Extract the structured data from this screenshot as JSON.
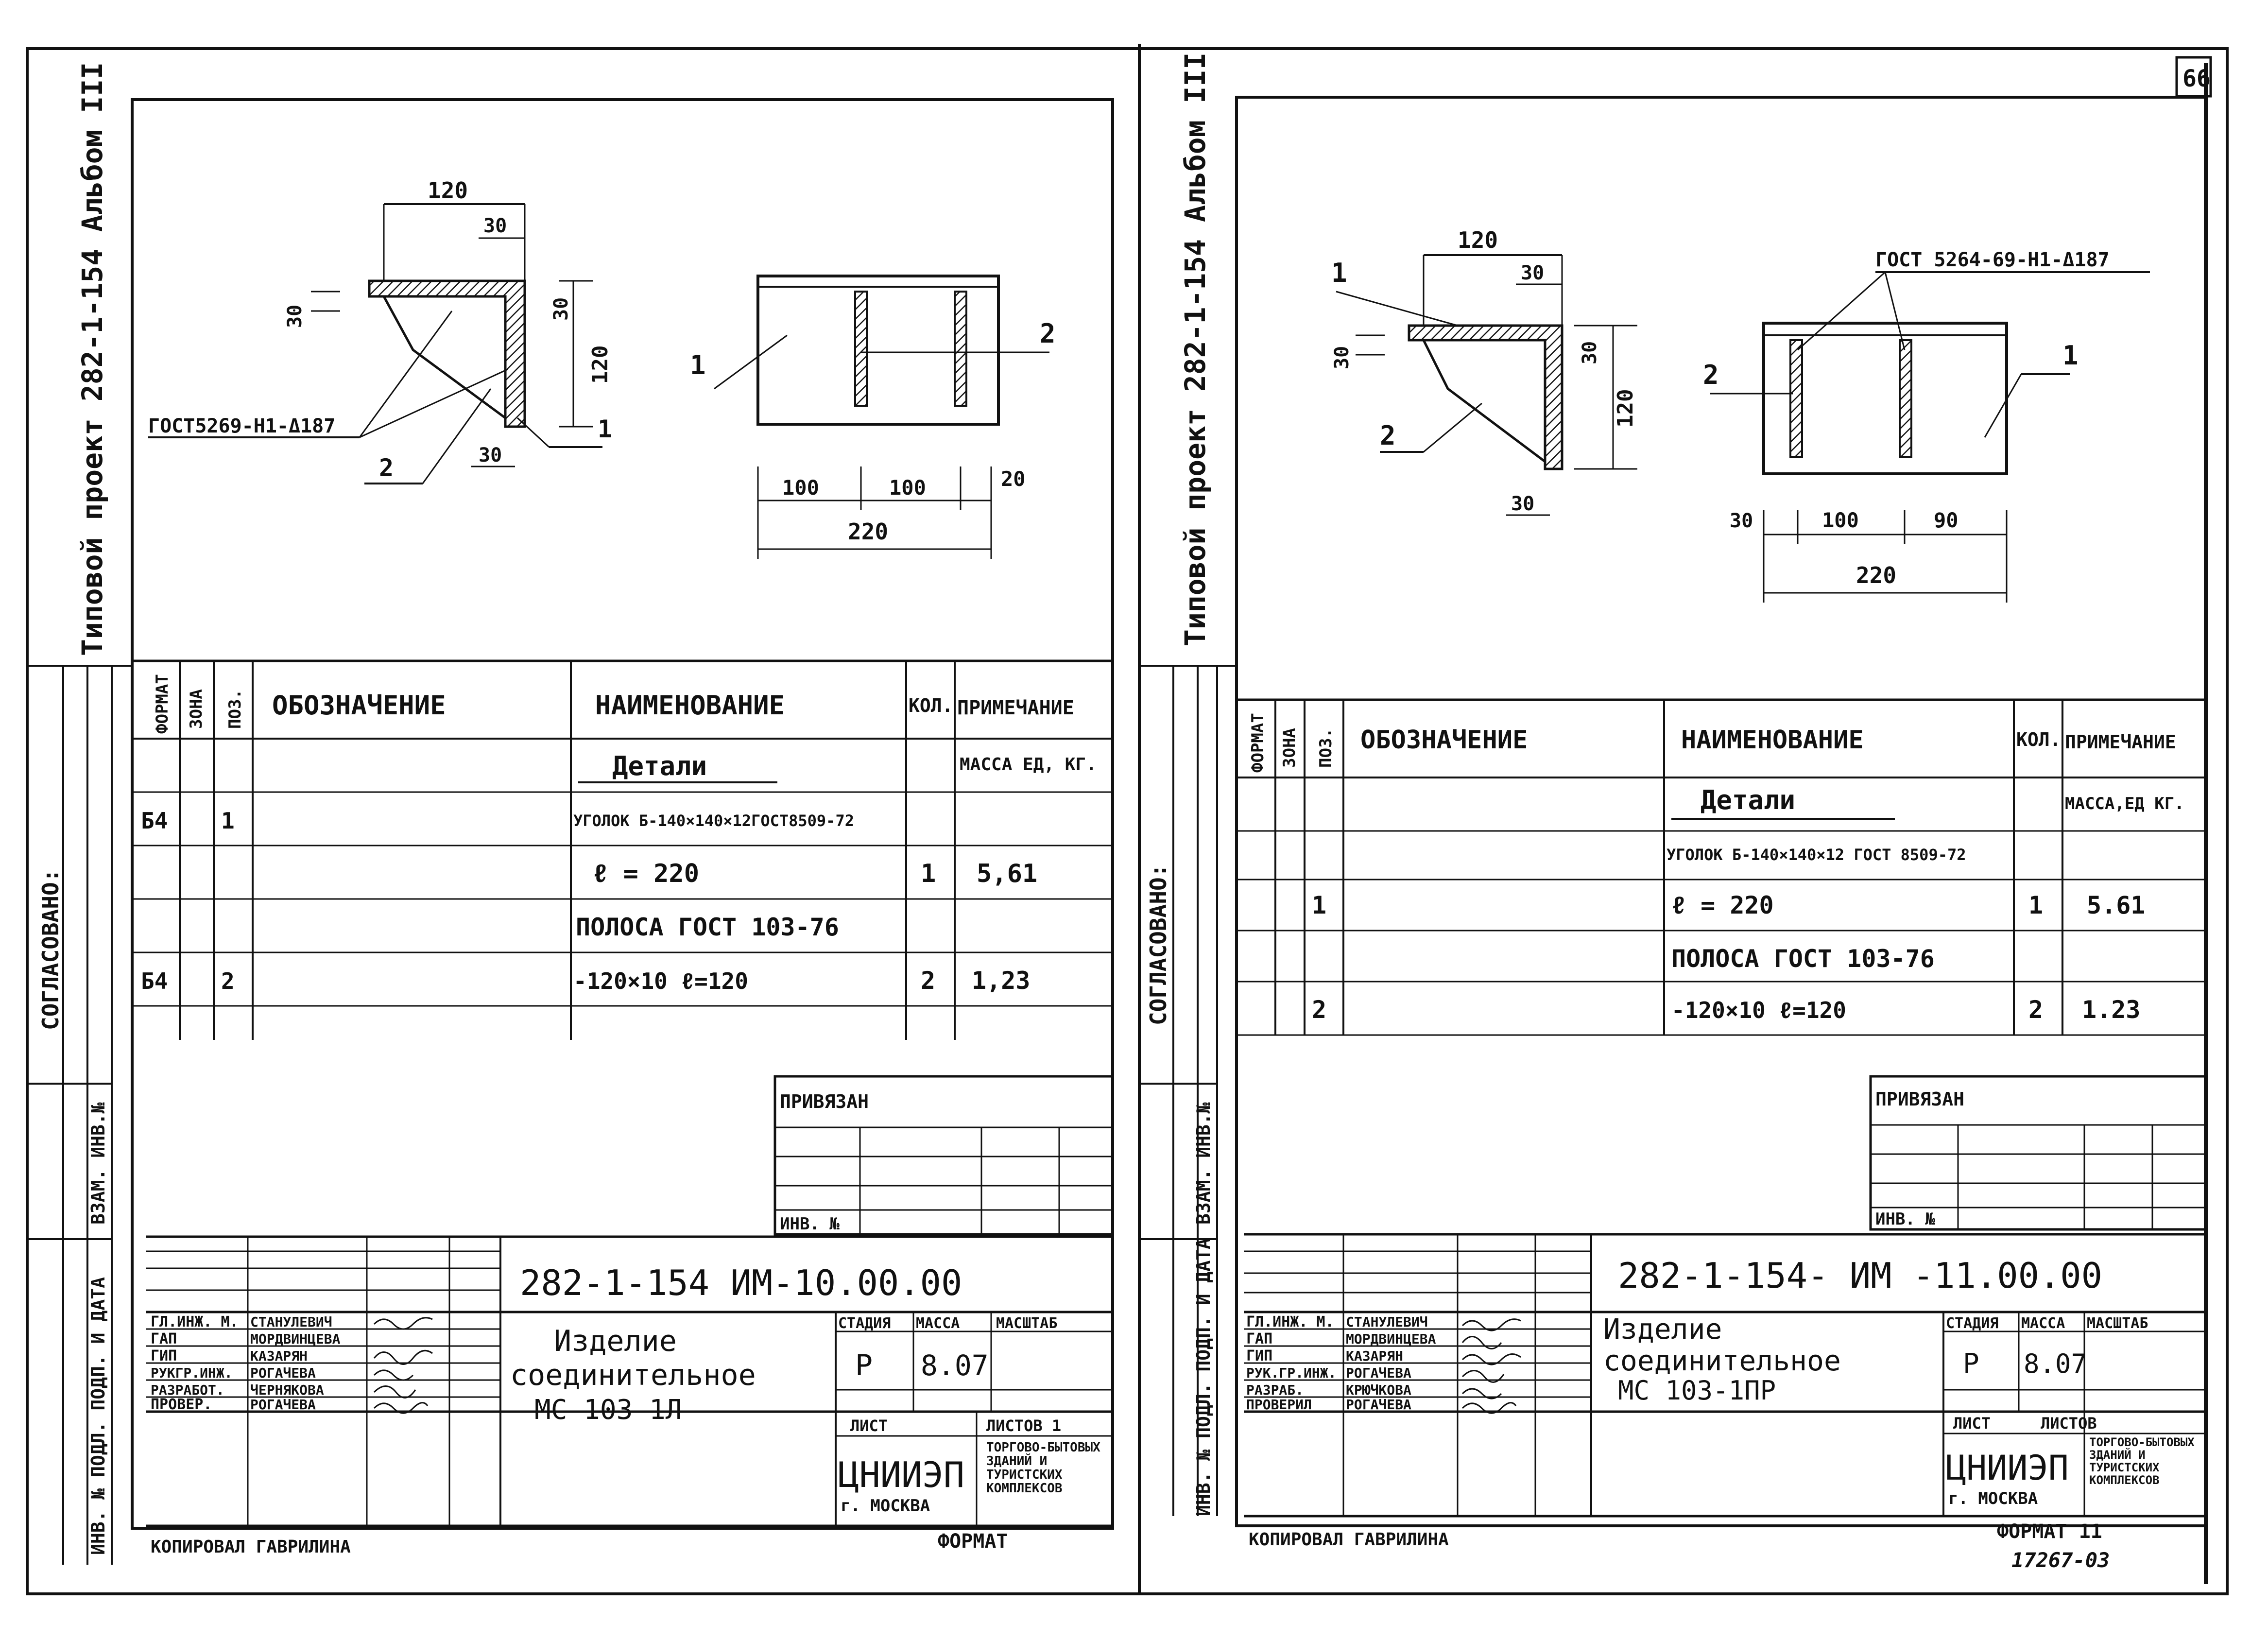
{
  "page_number": "66",
  "copied_by": "КОПИРОВАЛ ГАВРИЛИНА",
  "format_label_left": "ФОРМАТ",
  "format_label_right": "ФОРМАТ 11",
  "archive_number": "17267-03",
  "sheets": [
    {
      "side_title": "Типовой проект 282-1-154 Альбом III",
      "side_agreed": "СОГЛАСОВАНО:",
      "side_inv_zam": "ВЗАМ. ИНВ.№",
      "side_inv_podl": "ИНВ. № ПОДЛ. ПОДП. И ДАТА",
      "drawing": {
        "dim_120": "120",
        "dim_30_top": "30",
        "dim_30_left": "30",
        "dim_30_right": "30",
        "dim_120_vert": "120",
        "dim_30_bottom": "30",
        "gost_weld": "ГОСТ5269-Н1-Δ187",
        "pos1": "1",
        "pos2": "2",
        "plan_pos1": "1",
        "plan_pos2": "2",
        "plan_dim_100": "100",
        "plan_dim_100b": "100",
        "plan_dim_20": "20",
        "plan_dim_220": "220"
      },
      "spec": {
        "headers": {
          "format": "ФОРМАТ",
          "zone": "ЗОНА",
          "pos": "ПОЗ.",
          "designation": "ОБОЗНАЧЕНИЕ",
          "name": "НАИМЕНОВАНИЕ",
          "qty": "КОЛ.",
          "note": "ПРИМЕЧАНИЕ"
        },
        "section": "Детали",
        "mass_note": "МАССА ЕД, КГ.",
        "rows": [
          {
            "format": "Б4",
            "pos": "1",
            "name": "УГОЛОК Б-140×140×12ГОСТ8509-72",
            "qty": "",
            "note": ""
          },
          {
            "format": "",
            "pos": "",
            "name": "ℓ = 220",
            "qty": "1",
            "note": "5,61"
          },
          {
            "format": "",
            "pos": "",
            "name": "ПОЛОСА ГОСТ 103-76",
            "qty": "",
            "note": ""
          },
          {
            "format": "Б4",
            "pos": "2",
            "name": "-120×10          ℓ=120",
            "qty": "2",
            "note": "1,23"
          }
        ]
      },
      "privyazan": "ПРИВЯЗАН",
      "inv_no": "ИНВ. №",
      "code": "282-1-154  ИМ-10.00.00",
      "title_block": {
        "roles": [
          "ГЛ.ИНЖ. М.",
          "ГАП",
          "ГИП",
          "РУКГР.ИНЖ.",
          "РАЗРАБОТ.",
          "ПРОВЕР."
        ],
        "names": [
          "СТАНУЛЕВИЧ",
          "МОРДВИНЦЕВА",
          "КАЗАРЯН",
          "РОГАЧЕВА",
          "ЧЕРНЯКОВА",
          "РОГАЧЕВА"
        ],
        "product": [
          "Изделие",
          "соединительное",
          "МС 103-1Л"
        ],
        "stage_label": "СТАДИЯ",
        "mass_label": "МАССА",
        "scale_label": "МАСШТАБ",
        "stage": "Р",
        "mass": "8.07",
        "sheet_label": "ЛИСТ",
        "sheets_label": "ЛИСТОВ 1",
        "org": "ЦНИИЭП",
        "city": "г. МОСКВА",
        "org_desc": "ТОРГОВО-БЫТОВЫХ ЗДАНИЙ И ТУРИСТСКИХ КОМПЛЕКСОВ"
      }
    },
    {
      "side_title": "Типовой проект 282-1-154 Альбом III",
      "side_agreed": "СОГЛАСОВАНО:",
      "side_inv_zam": "ВЗАМ. ИНВ.№",
      "side_inv_podl": "ИНВ. № ПОДЛ. ПОДП. И ДАТА",
      "drawing": {
        "dim_120": "120",
        "dim_30_top": "30",
        "dim_30_left": "30",
        "dim_30_right": "30",
        "dim_120_vert": "120",
        "dim_30_bottom": "30",
        "gost_weld": "ГОСТ 5264-69-Н1-Δ187",
        "pos1": "1",
        "pos2": "2",
        "plan_pos1": "1",
        "plan_pos2": "2",
        "plan_dim_30": "30",
        "plan_dim_100": "100",
        "plan_dim_90": "90",
        "plan_dim_220": "220"
      },
      "spec": {
        "headers": {
          "format": "ФОРМАТ",
          "zone": "ЗОНА",
          "pos": "ПОЗ.",
          "designation": "ОБОЗНАЧЕНИЕ",
          "name": "НАИМЕНОВАНИЕ",
          "qty": "КОЛ.",
          "note": "ПРИМЕЧАНИЕ"
        },
        "section": "Детали",
        "mass_note": "МАССА,ЕД КГ.",
        "rows": [
          {
            "format": "",
            "pos": "",
            "name": "УГОЛОК Б-140×140×12 ГОСТ 8509-72",
            "qty": "",
            "note": ""
          },
          {
            "format": "",
            "pos": "1",
            "name": "ℓ = 220",
            "qty": "1",
            "note": "5.61"
          },
          {
            "format": "",
            "pos": "",
            "name": "ПОЛОСА ГОСТ 103-76",
            "qty": "",
            "note": ""
          },
          {
            "format": "",
            "pos": "2",
            "name": "-120×10          ℓ=120",
            "qty": "2",
            "note": "1.23"
          }
        ]
      },
      "privyazan": "ПРИВЯЗАН",
      "inv_no": "ИНВ. №",
      "code": "282-1-154- ИМ -11.00.00",
      "title_block": {
        "roles": [
          "ГЛ.ИНЖ. М.",
          "ГАП",
          "ГИП",
          "РУК.ГР.ИНЖ.",
          "РАЗРАБ.",
          "ПРОВЕРИЛ"
        ],
        "names": [
          "СТАНУЛЕВИЧ",
          "МОРДВИНЦЕВА",
          "КАЗАРЯН",
          "РОГАЧЕВА",
          "КРЮЧКОВА",
          "РОГАЧЕВА"
        ],
        "product": [
          "Изделие",
          "соединительное",
          "МС 103-1ПР"
        ],
        "stage_label": "СТАДИЯ",
        "mass_label": "МАССА",
        "scale_label": "МАСШТАБ",
        "stage": "Р",
        "mass": "8.07",
        "sheet_label": "ЛИСТ",
        "sheets_label": "ЛИСТОВ",
        "org": "ЦНИИЭП",
        "city": "г. МОСКВА",
        "org_desc": "ТОРГОВО-БЫТОВЫХ ЗДАНИЙ И ТУРИСТСКИХ КОМПЛЕКСОВ"
      }
    }
  ]
}
